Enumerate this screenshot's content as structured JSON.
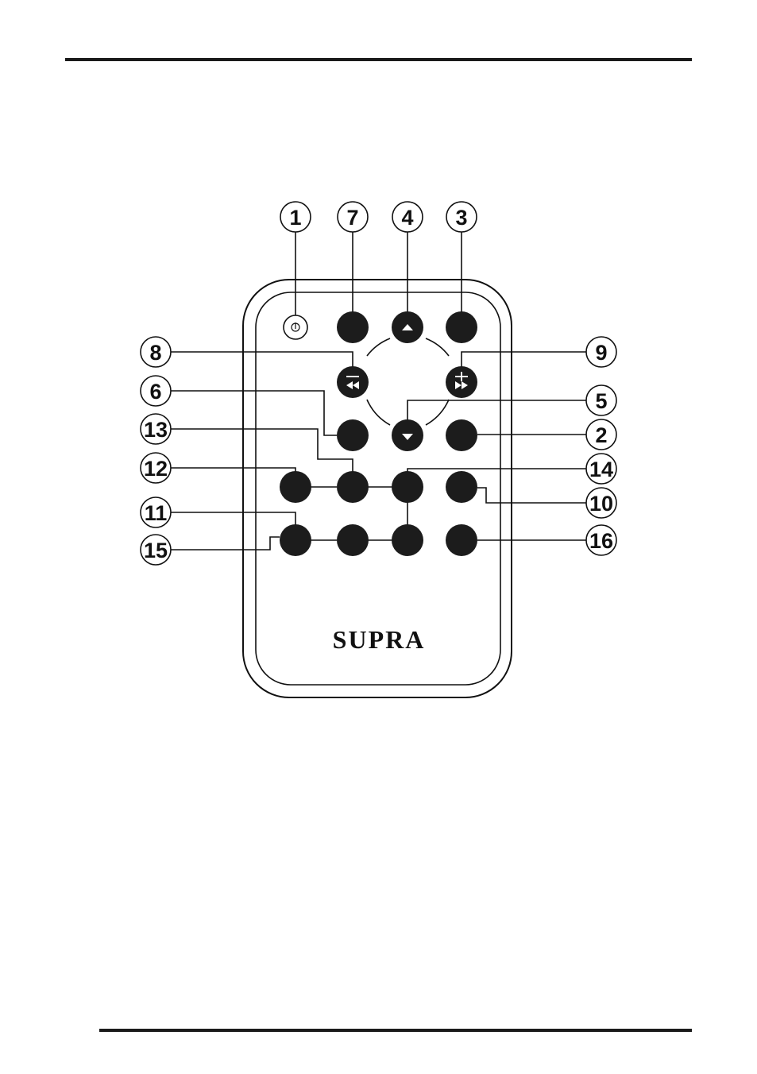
{
  "brand": {
    "logo_text": "SUPRA"
  },
  "colors": {
    "ink": "#111111",
    "paper": "#ffffff",
    "button": "#1c1c1c"
  },
  "icons": {
    "power": "power-icon",
    "up": "triangle-up-icon",
    "down": "triangle-down-icon",
    "rewind": "rewind-icon",
    "fast_forward": "fast-forward-icon"
  },
  "callouts": [
    {
      "id": "c1",
      "label": "1"
    },
    {
      "id": "c7",
      "label": "7"
    },
    {
      "id": "c4",
      "label": "4"
    },
    {
      "id": "c3",
      "label": "3"
    },
    {
      "id": "c8",
      "label": "8"
    },
    {
      "id": "c9",
      "label": "9"
    },
    {
      "id": "c6",
      "label": "6"
    },
    {
      "id": "c5",
      "label": "5"
    },
    {
      "id": "c13",
      "label": "13"
    },
    {
      "id": "c2",
      "label": "2"
    },
    {
      "id": "c12",
      "label": "12"
    },
    {
      "id": "c14",
      "label": "14"
    },
    {
      "id": "c11",
      "label": "11"
    },
    {
      "id": "c10",
      "label": "10"
    },
    {
      "id": "c15",
      "label": "15"
    },
    {
      "id": "c16",
      "label": "16"
    }
  ]
}
